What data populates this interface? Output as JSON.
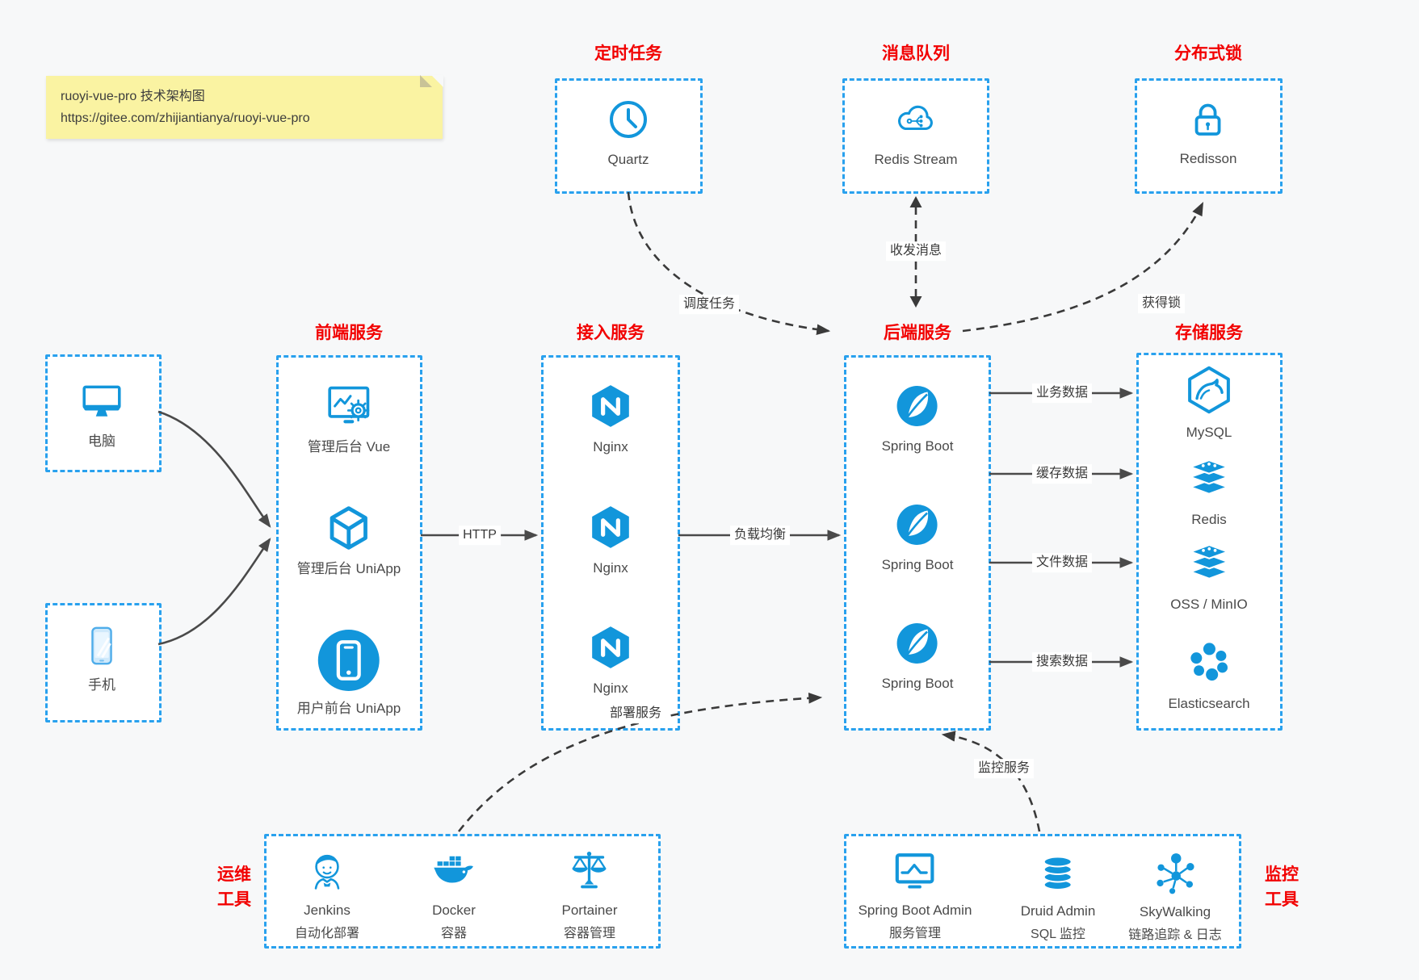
{
  "note": {
    "title": "ruoyi-vue-pro 技术架构图",
    "url": "https://gitee.com/zhijiantianya/ruoyi-vue-pro"
  },
  "colors": {
    "accent": "#1296db",
    "box_border": "#29a1ee",
    "title_red": "#f20000",
    "canvas_bg": "#f7f8f9",
    "note_bg": "#faf3a2",
    "solid_arrow": "#4a4a4a",
    "dashed_arrow": "#3a3a3a",
    "label_text": "#4a4a4a"
  },
  "sections": {
    "scheduled": {
      "title": "定时任务",
      "item": {
        "label": "Quartz",
        "icon": "clock-icon"
      }
    },
    "mq": {
      "title": "消息队列",
      "item": {
        "label": "Redis Stream",
        "icon": "cloud-network-icon"
      }
    },
    "lock": {
      "title": "分布式锁",
      "item": {
        "label": "Redisson",
        "icon": "lock-icon"
      }
    },
    "clients": {
      "computer": {
        "label": "电脑",
        "icon": "desktop-icon"
      },
      "phone": {
        "label": "手机",
        "icon": "smartphone-icon"
      }
    },
    "frontend": {
      "title": "前端服务",
      "items": [
        {
          "label": "管理后台 Vue",
          "icon": "admin-vue-icon"
        },
        {
          "label": "管理后台 UniApp",
          "icon": "uniapp-cube-icon"
        },
        {
          "label": "用户前台 UniApp",
          "icon": "uniapp-user-icon"
        }
      ]
    },
    "gateway": {
      "title": "接入服务",
      "items": [
        {
          "label": "Nginx",
          "icon": "nginx-icon"
        },
        {
          "label": "Nginx",
          "icon": "nginx-icon"
        },
        {
          "label": "Nginx",
          "icon": "nginx-icon"
        }
      ]
    },
    "backend": {
      "title": "后端服务",
      "items": [
        {
          "label": "Spring Boot",
          "icon": "spring-boot-icon"
        },
        {
          "label": "Spring Boot",
          "icon": "spring-boot-icon"
        },
        {
          "label": "Spring Boot",
          "icon": "spring-boot-icon"
        }
      ]
    },
    "storage": {
      "title": "存储服务",
      "items": [
        {
          "label": "MySQL",
          "icon": "mysql-icon"
        },
        {
          "label": "Redis",
          "icon": "redis-stack-icon"
        },
        {
          "label": "OSS / MinIO",
          "icon": "oss-stack-icon"
        },
        {
          "label": "Elasticsearch",
          "icon": "elasticsearch-icon"
        }
      ]
    },
    "ops": {
      "title_line1": "运维",
      "title_line2": "工具",
      "items": [
        {
          "name": "Jenkins",
          "desc": "自动化部署",
          "icon": "jenkins-icon"
        },
        {
          "name": "Docker",
          "desc": "容器",
          "icon": "docker-whale-icon"
        },
        {
          "name": "Portainer",
          "desc": "容器管理",
          "icon": "scales-icon"
        }
      ]
    },
    "monitoring": {
      "title_line1": "监控",
      "title_line2": "工具",
      "items": [
        {
          "name": "Spring Boot Admin",
          "desc": "服务管理",
          "icon": "monitor-chart-icon"
        },
        {
          "name": "Druid Admin",
          "desc": "SQL 监控",
          "icon": "database-icon"
        },
        {
          "name": "SkyWalking",
          "desc": "链路追踪 & 日志",
          "icon": "topology-icon"
        }
      ]
    }
  },
  "edges": {
    "http": "HTTP",
    "load_balance": "负载均衡",
    "schedule_task": "调度任务",
    "send_receive_message": "收发消息",
    "acquire_lock": "获得锁",
    "business_data": "业务数据",
    "cache_data": "缓存数据",
    "file_data": "文件数据",
    "search_data": "搜索数据",
    "deploy_service": "部署服务",
    "monitor_service": "监控服务"
  }
}
